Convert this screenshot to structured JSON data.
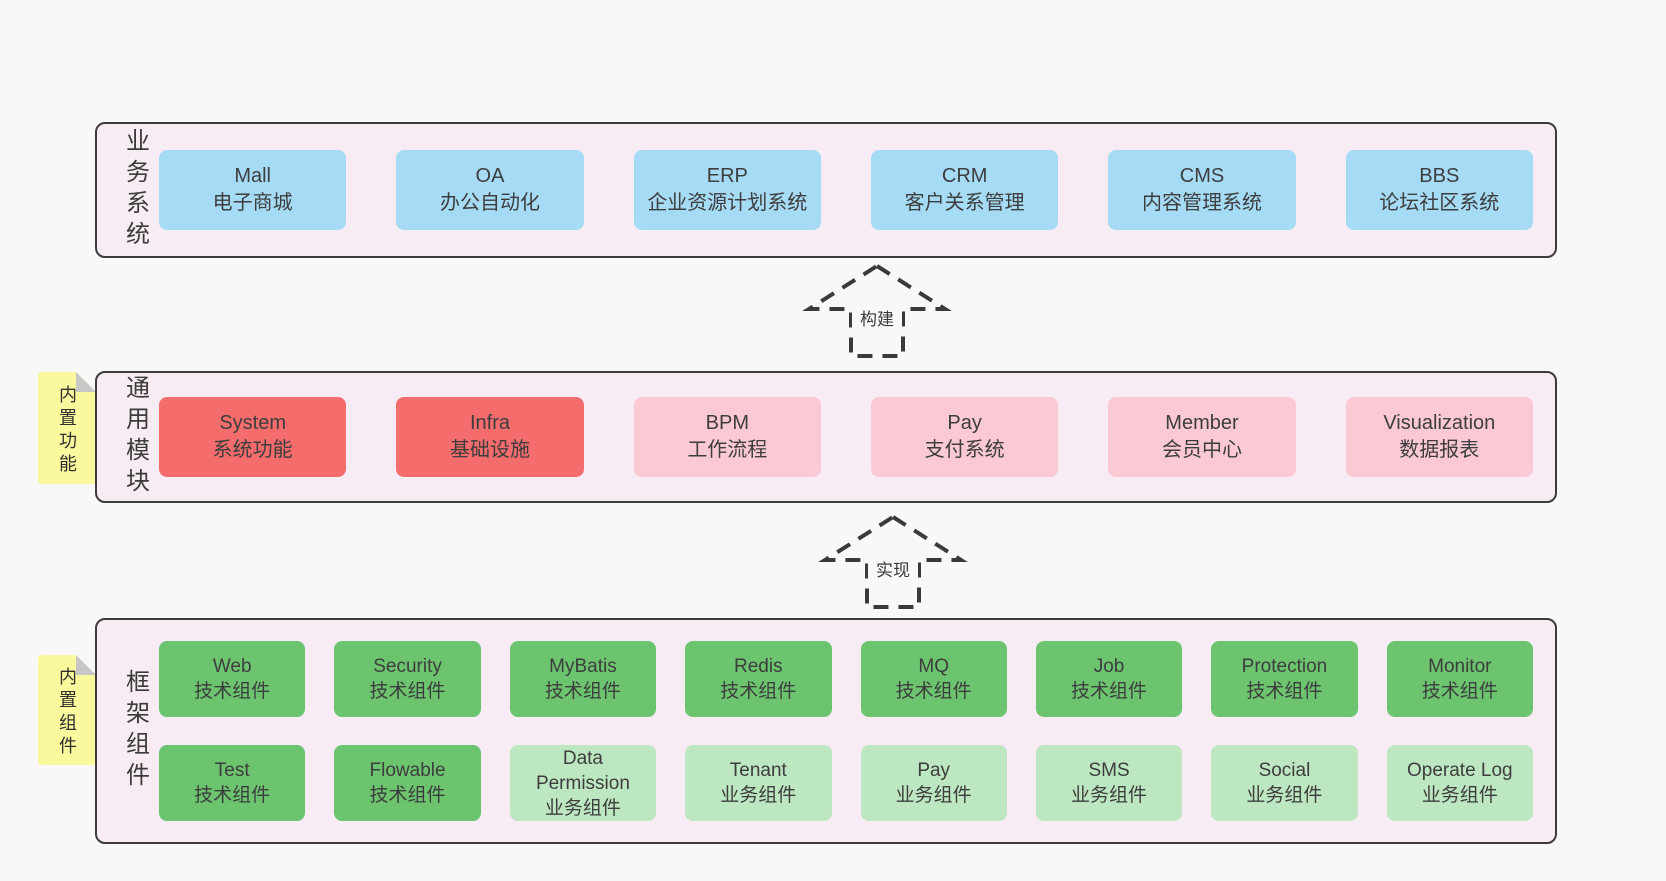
{
  "palette": {
    "page_bg": "#f8f8f8",
    "panel_bg": "#f7ebf4",
    "panel_border": "#3c3c3c",
    "box_blue": "#a6dbf5",
    "box_red": "#f56c6c",
    "box_pink": "#fbc9d3",
    "box_green": "#6cc46f",
    "box_light_green": "#bde7c0",
    "tab_yellow": "#fbf99d",
    "fold_gray": "#c7c7c7",
    "text": "#3b3b3b"
  },
  "arrows": [
    {
      "label": "构建"
    },
    {
      "label": "实现"
    }
  ],
  "layers": {
    "business": {
      "side_label": "业务系统",
      "boxes": [
        {
          "title": "Mall",
          "subtitle": "电子商城",
          "variant": "blue"
        },
        {
          "title": "OA",
          "subtitle": "办公自动化",
          "variant": "blue"
        },
        {
          "title": "ERP",
          "subtitle": "企业资源计划系统",
          "variant": "blue"
        },
        {
          "title": "CRM",
          "subtitle": "客户关系管理",
          "variant": "blue"
        },
        {
          "title": "CMS",
          "subtitle": "内容管理系统",
          "variant": "blue"
        },
        {
          "title": "BBS",
          "subtitle": "论坛社区系统",
          "variant": "blue"
        }
      ]
    },
    "modules": {
      "tab_label": "内置功能",
      "side_label": "通用模块",
      "boxes": [
        {
          "title": "System",
          "subtitle": "系统功能",
          "variant": "red"
        },
        {
          "title": "Infra",
          "subtitle": "基础设施",
          "variant": "red"
        },
        {
          "title": "BPM",
          "subtitle": "工作流程",
          "variant": "pink"
        },
        {
          "title": "Pay",
          "subtitle": "支付系统",
          "variant": "pink"
        },
        {
          "title": "Member",
          "subtitle": "会员中心",
          "variant": "pink"
        },
        {
          "title": "Visualization",
          "subtitle": "数据报表",
          "variant": "pink"
        }
      ]
    },
    "components": {
      "tab_label": "内置组件",
      "side_label": "框架组件",
      "rows": [
        [
          {
            "title": "Web",
            "subtitle": "技术组件",
            "variant": "green"
          },
          {
            "title": "Security",
            "subtitle": "技术组件",
            "variant": "green"
          },
          {
            "title": "MyBatis",
            "subtitle": "技术组件",
            "variant": "green"
          },
          {
            "title": "Redis",
            "subtitle": "技术组件",
            "variant": "green"
          },
          {
            "title": "MQ",
            "subtitle": "技术组件",
            "variant": "green"
          },
          {
            "title": "Job",
            "subtitle": "技术组件",
            "variant": "green"
          },
          {
            "title": "Protection",
            "subtitle": "技术组件",
            "variant": "green"
          },
          {
            "title": "Monitor",
            "subtitle": "技术组件",
            "variant": "green"
          }
        ],
        [
          {
            "title": "Test",
            "subtitle": "技术组件",
            "variant": "green"
          },
          {
            "title": "Flowable",
            "subtitle": "技术组件",
            "variant": "green"
          },
          {
            "title": "Data Permission",
            "subtitle": "业务组件",
            "variant": "lgreen"
          },
          {
            "title": "Tenant",
            "subtitle": "业务组件",
            "variant": "lgreen"
          },
          {
            "title": "Pay",
            "subtitle": "业务组件",
            "variant": "lgreen"
          },
          {
            "title": "SMS",
            "subtitle": "业务组件",
            "variant": "lgreen"
          },
          {
            "title": "Social",
            "subtitle": "业务组件",
            "variant": "lgreen"
          },
          {
            "title": "Operate Log",
            "subtitle": "业务组件",
            "variant": "lgreen"
          }
        ]
      ]
    }
  }
}
